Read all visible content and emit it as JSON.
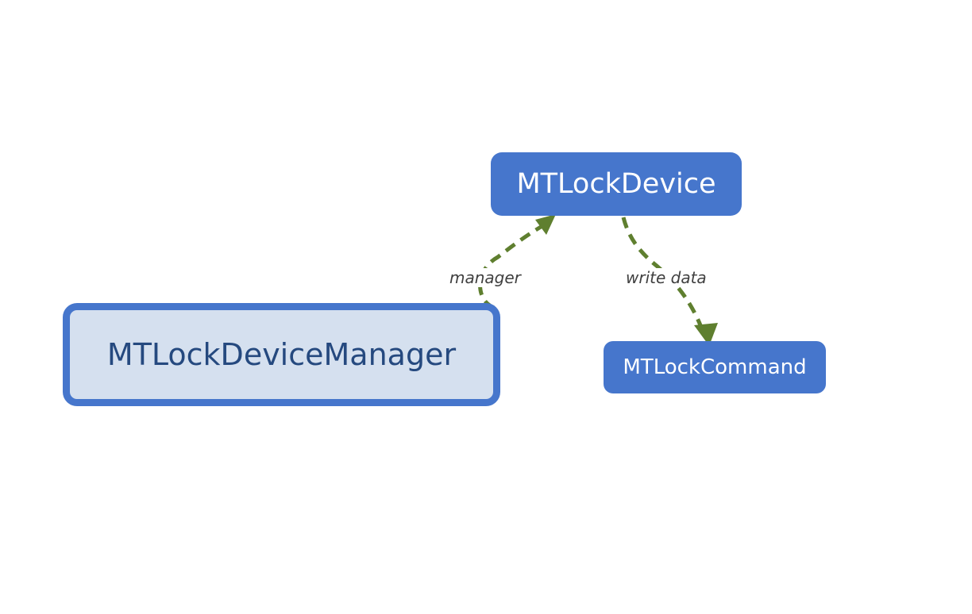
{
  "nodes": {
    "manager": {
      "label": "MTLockDeviceManager"
    },
    "device": {
      "label": "MTLockDevice"
    },
    "command": {
      "label": "MTLockCommand"
    }
  },
  "edges": {
    "manager_to_device": {
      "label": "manager"
    },
    "device_to_command": {
      "label": "write data"
    }
  },
  "colors": {
    "node_fill": "#4676cc",
    "selected_fill": "#d5e0ef",
    "selected_border": "#4676cc",
    "selected_text": "#25497f",
    "edge": "#5f7f2f",
    "label_text": "#404040"
  }
}
